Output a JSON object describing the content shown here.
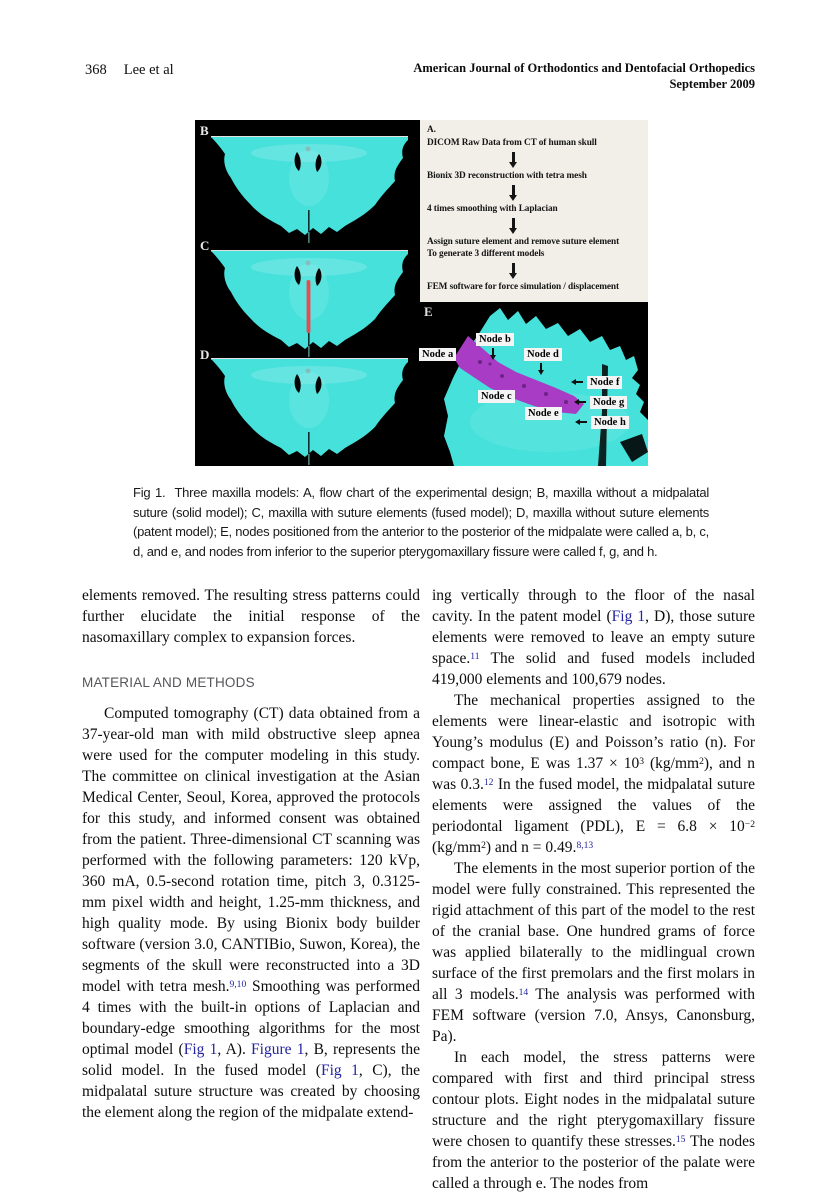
{
  "header": {
    "page_number": "368",
    "authors": "Lee et al",
    "journal": "American Journal of Orthodontics and Dentofacial Orthopedics",
    "issue": "September 2009"
  },
  "figure": {
    "label_a": "A.",
    "label_b": "B",
    "label_c": "C",
    "label_d": "D",
    "label_e": "E",
    "flowchart_steps": [
      "DICOM Raw Data from CT of human skull",
      "Bionix 3D reconstruction with tetra mesh",
      "4 times smoothing with Laplacian",
      "Assign suture element and remove suture element\nTo generate 3 different models",
      "FEM software for force simulation / displacement"
    ],
    "node_labels": [
      "Node a",
      "Node b",
      "Node c",
      "Node d",
      "Node e",
      "Node f",
      "Node g",
      "Node h"
    ],
    "colors": {
      "bone_cyan": "#47e1dc",
      "suture_purple": "#a83cc4",
      "suture_red": "#e84a50",
      "figure_background": "#000000",
      "flowchart_background": "#f2efe9",
      "reference_link": "#23239f"
    }
  },
  "caption": {
    "text": "Fig 1.  Three maxilla models: A, flow chart of the experimental design; B, maxilla without a midpalatal suture (solid model); C, maxilla with suture elements (fused model); D, maxilla without suture elements (patent model); E, nodes positioned from the anterior to the posterior of the midpalate were called a, b, c, d, and e, and nodes from inferior to the superior pterygomaxillary fissure were called f, g, and h."
  },
  "body": {
    "left": {
      "p1": "elements removed. The resulting stress patterns could further elucidate the initial response of the nasomaxillary complex to expansion forces.",
      "heading": "MATERIAL AND METHODS",
      "p2": [
        {
          "t": "Computed tomography (CT) data obtained from a 37-year-old man with mild obstructive sleep apnea were used for the computer modeling in this study. The committee on clinical investigation at the Asian Medical Center, Seoul, Korea, approved the protocols for this study, and informed consent was obtained from the patient. Three-dimensional CT scanning was performed with the following parameters: 120 kVp, 360 mA, 0.5-second rotation time, pitch 3, 0.3125-mm pixel width and height, 1.25-mm thickness, and high quality mode. By using Bionix body builder software (version 3.0, CANTIBio, Suwon, Korea), the segments of the skull were reconstructed into a 3D model with tetra mesh."
        },
        {
          "t": "9,10",
          "style": "sup-link"
        },
        {
          "t": " Smoothing was performed 4 times with the built-in options of Laplacian and boundary-edge smoothing algorithms for the most optimal model ("
        },
        {
          "t": "Fig 1",
          "style": "link"
        },
        {
          "t": ", A). "
        },
        {
          "t": "Figure 1",
          "style": "link"
        },
        {
          "t": ", B, represents the solid model. In the fused model ("
        },
        {
          "t": "Fig 1",
          "style": "link"
        },
        {
          "t": ", C), the midpalatal suture structure was created by choosing the element along the region of the midpalate extend-"
        }
      ]
    },
    "right": {
      "p1": [
        {
          "t": "ing vertically through to the floor of the nasal cavity. In the patent model ("
        },
        {
          "t": "Fig 1",
          "style": "link"
        },
        {
          "t": ", D), those suture elements were removed to leave an empty suture space."
        },
        {
          "t": "11",
          "style": "sup-link"
        },
        {
          "t": " The solid and fused models included 419,000 elements and 100,679 nodes."
        }
      ],
      "p2": [
        {
          "t": "The mechanical properties assigned to the elements were linear-elastic and isotropic with Young’s modulus (E) and Poisson’s ratio (n). For compact bone, E was 1.37 × 10"
        },
        {
          "t": "3",
          "style": "sup"
        },
        {
          "t": " (kg/mm"
        },
        {
          "t": "2",
          "style": "sup"
        },
        {
          "t": "), and n was 0.3."
        },
        {
          "t": "12",
          "style": "sup-link"
        },
        {
          "t": " In the fused model, the midpalatal suture elements were assigned the values of the periodontal ligament (PDL), E = 6.8 × 10"
        },
        {
          "t": "−2",
          "style": "sup"
        },
        {
          "t": " (kg/mm"
        },
        {
          "t": "2",
          "style": "sup"
        },
        {
          "t": ") and n = 0.49."
        },
        {
          "t": "8,13",
          "style": "sup-link"
        }
      ],
      "p3": [
        {
          "t": "The elements in the most superior portion of the model were fully constrained. This represented the rigid attachment of this part of the model to the rest of the cranial base. One hundred grams of force was applied bilaterally to the midlingual crown surface of the first premolars and the first molars in all 3 models."
        },
        {
          "t": "14",
          "style": "sup-link"
        },
        {
          "t": " The analysis was performed with FEM software (version 7.0, Ansys, Canonsburg, Pa)."
        }
      ],
      "p4": [
        {
          "t": "In each model, the stress patterns were compared with first and third principal stress contour plots. Eight nodes in the midpalatal suture structure and the right pterygomaxillary fissure were chosen to quantify these stresses."
        },
        {
          "t": "15",
          "style": "sup-link"
        },
        {
          "t": " The nodes from the anterior to the posterior of the palate were called a through e. The nodes from"
        }
      ]
    }
  }
}
